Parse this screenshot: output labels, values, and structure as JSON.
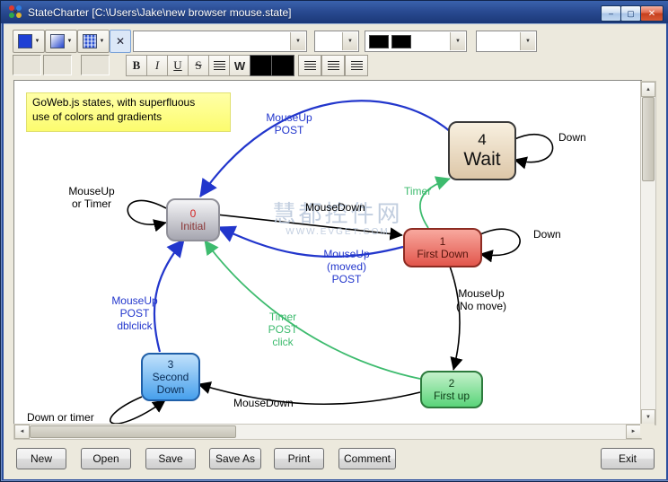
{
  "window": {
    "title": "StateCharter [C:\\Users\\Jake\\new browser mouse.state]"
  },
  "icons": {
    "minimize": "–",
    "maximize": "▢",
    "close": "✕",
    "dropdown": "▼",
    "scroll_up": "▲",
    "scroll_down": "▼",
    "scroll_left": "◄",
    "scroll_right": "►",
    "no_fill": "✕"
  },
  "toolbar": {
    "bold": "B",
    "italic": "I",
    "underline": "U",
    "strikethrough": "S",
    "wide": "W"
  },
  "note": {
    "line1": "GoWeb.js states, with superfluous",
    "line2": "use of colors and gradients"
  },
  "states": {
    "initial": {
      "num": "0",
      "label": "Initial"
    },
    "wait": {
      "num": "4",
      "label": "Wait"
    },
    "first_down": {
      "num": "1",
      "label": "First Down"
    },
    "first_up": {
      "num": "2",
      "label": "First up"
    },
    "second_down": {
      "num": "3",
      "label": "Second Down"
    }
  },
  "transitions": {
    "wait_to_initial": {
      "lines": [
        "MouseUp",
        "POST"
      ],
      "color": "#2236cc"
    },
    "wait_self": {
      "lines": [
        "Down"
      ],
      "color": "#000000"
    },
    "initial_self": {
      "lines": [
        "MouseUp",
        "or Timer"
      ],
      "color": "#000000"
    },
    "initial_to_first_down": {
      "lines": [
        "MouseDown"
      ],
      "color": "#000000"
    },
    "first_down_to_wait": {
      "lines": [
        "Timer"
      ],
      "color": "#3dbb6e"
    },
    "first_down_to_initial": {
      "lines": [
        "MouseUp",
        "(moved)",
        "POST"
      ],
      "color": "#2236cc"
    },
    "first_down_self": {
      "lines": [
        "Down"
      ],
      "color": "#000000"
    },
    "first_down_to_first_up": {
      "lines": [
        "MouseUp",
        "(No move)"
      ],
      "color": "#000000"
    },
    "first_up_to_initial": {
      "lines": [
        "Timer",
        "POST",
        "click"
      ],
      "color": "#3dbb6e"
    },
    "second_down_to_initial": {
      "lines": [
        "MouseUp",
        "POST",
        "dblclick"
      ],
      "color": "#2236cc"
    },
    "first_up_to_second_down": {
      "lines": [
        "MouseDown"
      ],
      "color": "#000000"
    },
    "second_down_self": {
      "lines": [
        "Down or timer"
      ],
      "color": "#000000"
    }
  },
  "watermark": {
    "line1": "慧都控件网",
    "line2": "WWW.EVGET.COM"
  },
  "footer": {
    "buttons": [
      "New",
      "Open",
      "Save",
      "Save As",
      "Print",
      "Comment",
      "Exit"
    ]
  },
  "colors": {
    "state_initial": "#b9b9c0",
    "state_wait": "#e7d4ba",
    "state_first_down": "#ec6f64",
    "state_first_up": "#6fd98a",
    "state_second_down": "#54a7ee",
    "note_bg": "#ffff8c",
    "transition_blue": "#2236cc",
    "transition_green": "#3dbb6e",
    "transition_black": "#000000"
  }
}
